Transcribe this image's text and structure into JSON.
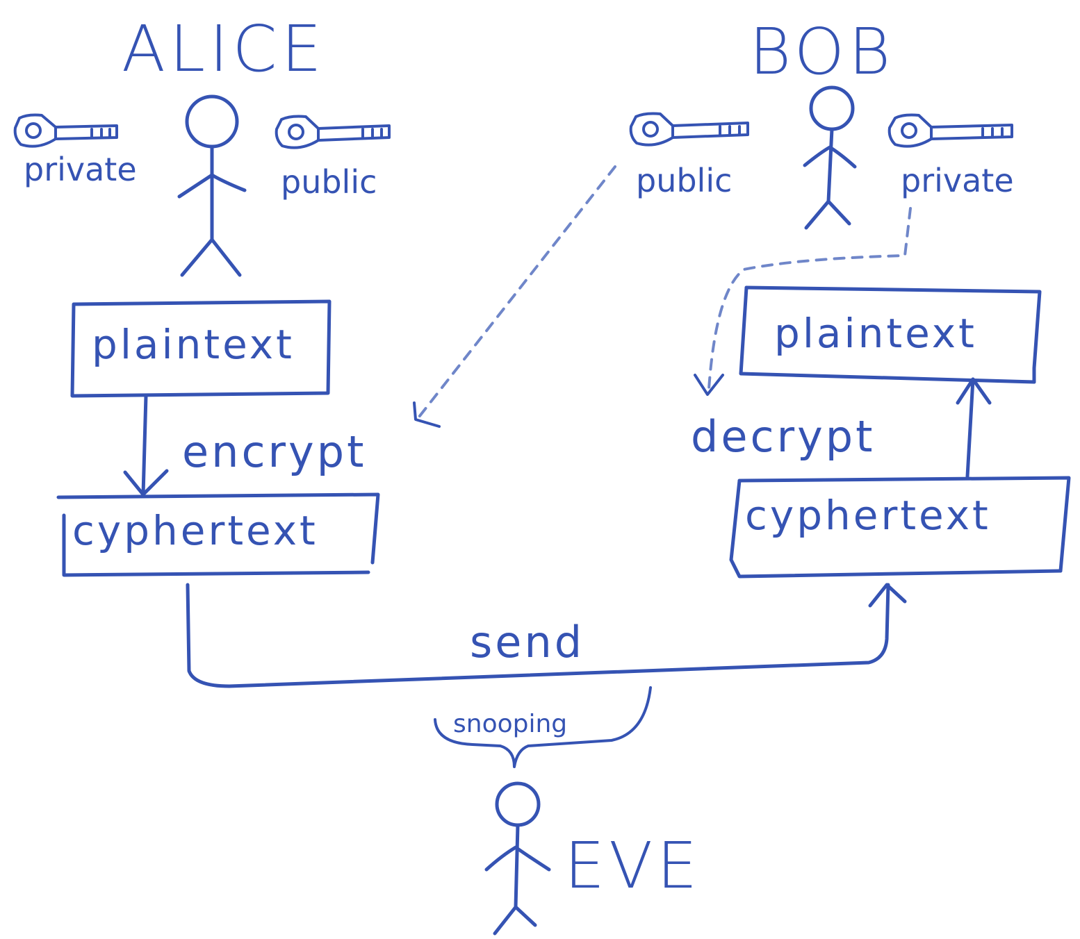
{
  "alice": {
    "name": "ALICE",
    "private_key_label": "private",
    "public_key_label": "public",
    "plaintext_label": "plaintext",
    "encrypt_label": "encrypt",
    "ciphertext_label": "cyphertext"
  },
  "bob": {
    "name": "BOB",
    "public_key_label": "public",
    "private_key_label": "private",
    "plaintext_label": "plaintext",
    "decrypt_label": "decrypt",
    "ciphertext_label": "cyphertext"
  },
  "channel": {
    "send_label": "send",
    "snooping_label": "snooping"
  },
  "eve": {
    "name": "EVE"
  },
  "colors": {
    "ink": "#3553b3",
    "dashed_ink": "#6f86c9",
    "background": "#ffffff"
  }
}
